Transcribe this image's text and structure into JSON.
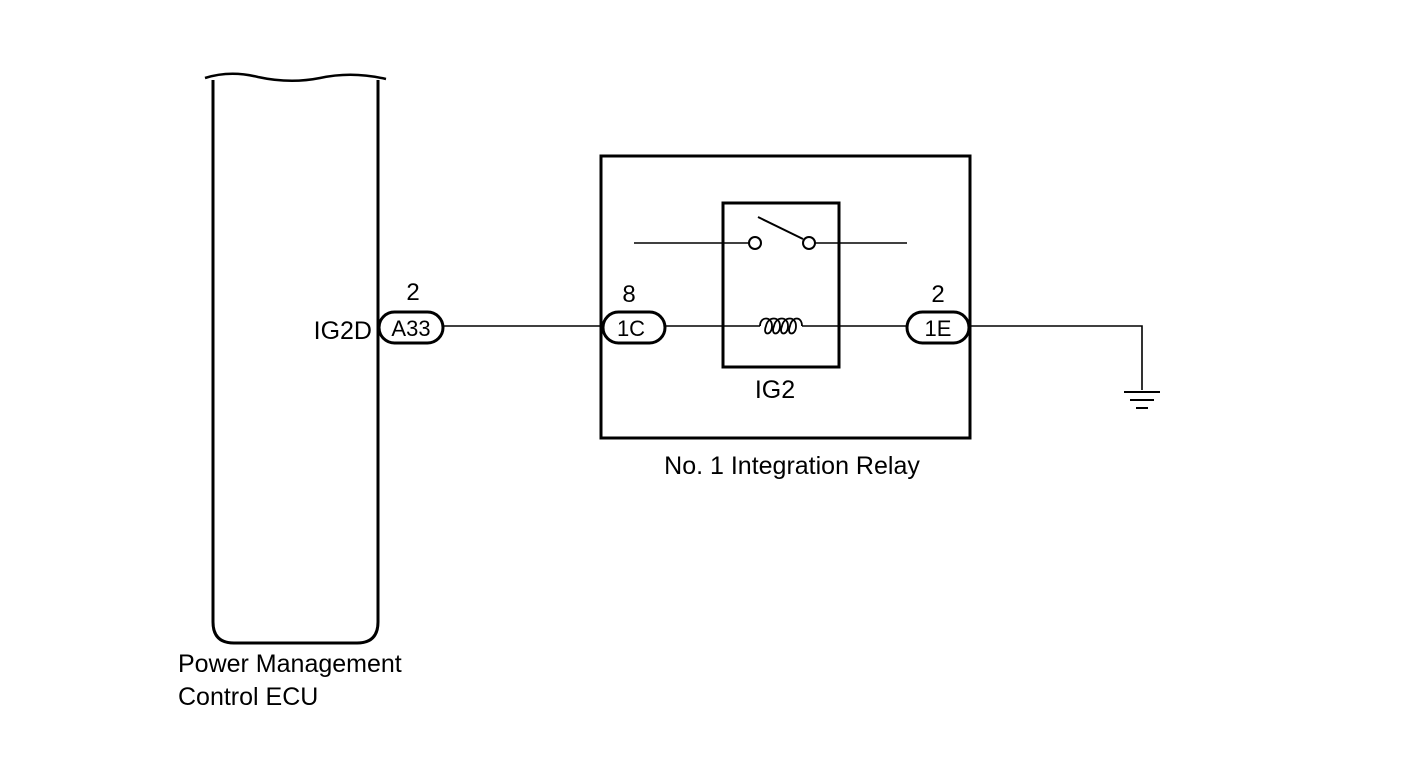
{
  "ecu": {
    "name_line1": "Power Management",
    "name_line2": "Control ECU",
    "terminal_name": "IG2D",
    "connector": "A33",
    "pin": "2"
  },
  "relay": {
    "name": "No. 1 Integration Relay",
    "inner_label": "IG2",
    "left_connector": "1C",
    "left_pin": "8",
    "right_connector": "1E",
    "right_pin": "2"
  },
  "ground": {
    "icon": "ground-icon"
  },
  "colors": {
    "line": "#000000",
    "background": "#ffffff"
  }
}
